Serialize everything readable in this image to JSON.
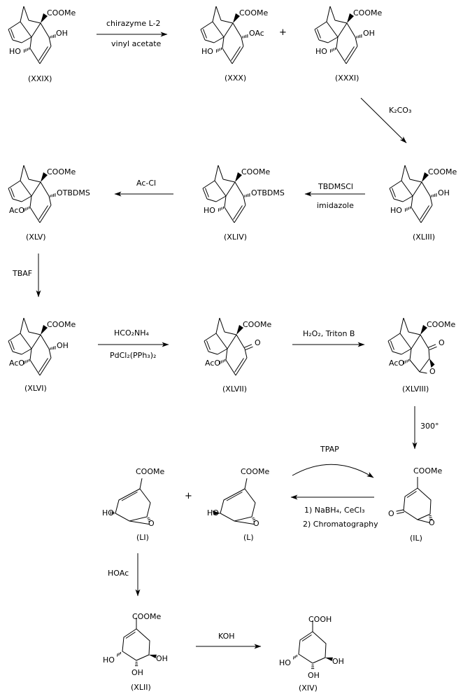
{
  "scheme": "multi-step chemical synthesis of shikimic acid",
  "colors": {
    "ink": "#000000",
    "background": "#ffffff"
  },
  "compounds": {
    "xxix": {
      "label": "(XXIX)",
      "ester": "COOMe",
      "right": "OH",
      "left": "HO"
    },
    "xxx": {
      "label": "(XXX)",
      "ester": "COOMe",
      "right": "OAc",
      "left": "HO"
    },
    "xxxi": {
      "label": "(XXXI)",
      "ester": "COOMe",
      "right": "OH",
      "left": "HO"
    },
    "xliii": {
      "label": "(XLIII)",
      "ester": "COOMe",
      "right": "OH",
      "left": "HO"
    },
    "xliv": {
      "label": "(XLIV)",
      "ester": "COOMe",
      "right": "OTBDMS",
      "left": "HO"
    },
    "xlv": {
      "label": "(XLV)",
      "ester": "COOMe",
      "right": "OTBDMS",
      "left": "AcO"
    },
    "xlvi": {
      "label": "(XLVI)",
      "ester": "COOMe",
      "right": "OH",
      "left": "AcO"
    },
    "xlvii": {
      "label": "(XLVII)",
      "ester": "COOMe",
      "ketone": "O",
      "left": "AcO"
    },
    "xlviii": {
      "label": "(XLVIII)",
      "ester": "COOMe",
      "ketone": "O",
      "left": "AcO",
      "epox": "O"
    },
    "il": {
      "label": "(IL)",
      "ester": "COOMe",
      "ketone": "O",
      "epox": "O"
    },
    "li": {
      "label": "(LI)",
      "ester": "COOMe",
      "left": "HO",
      "epox": "O"
    },
    "l": {
      "label": "(L)",
      "ester": "COOMe",
      "left": "HO",
      "epox": "O"
    },
    "xlii": {
      "label": "(XLII)",
      "ester": "COOMe",
      "left": "HO",
      "bottom": "OH",
      "right": "OH"
    },
    "xiv": {
      "label": "(XIV)",
      "acid": "COOH",
      "left": "HO",
      "bottom": "OH",
      "right": "OH"
    }
  },
  "steps": {
    "plus1": "+",
    "plus2": "+",
    "s1": {
      "line1": "chirazyme L-2",
      "line2": "vinyl acetate"
    },
    "s2": "K₂CO₃",
    "s3": {
      "line1": "TBDMSCl",
      "line2": "imidazole"
    },
    "s4": "Ac-Cl",
    "s5": "TBAF",
    "s6": {
      "line1": "HCO₂NH₄",
      "line2": "PdCl₂(PPh₃)₂"
    },
    "s7": "H₂O₂, Triton B",
    "s8": "300°",
    "s9": {
      "line1": "1) NaBH₄, CeCl₃",
      "line2": "2) Chromatography",
      "reverse": "TPAP"
    },
    "s10": "HOAc",
    "s11": "KOH"
  }
}
